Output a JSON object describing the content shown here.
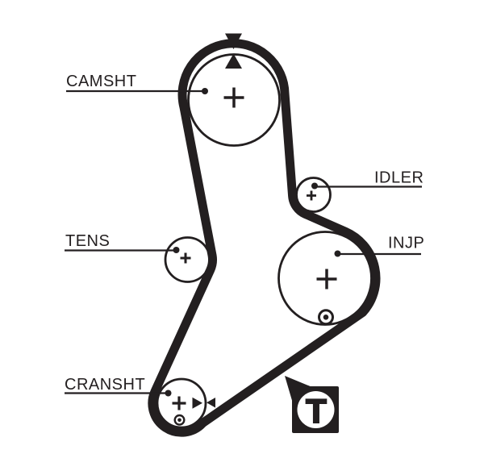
{
  "labels": {
    "camshaft": "CAMSHT",
    "idler": "IDLER",
    "tensioner": "TENS",
    "injection_pump": "INJP",
    "crankshaft": "CRANSHT"
  },
  "logo": {
    "letter": "T"
  },
  "marks": {
    "camshaft_timing_mark": "facing-triangles",
    "crankshaft_timing_mark": "facing-triangles",
    "pulley_center_mark": "+",
    "bolt_mark": "bullseye"
  },
  "colors": {
    "ink": "#231f20",
    "background": "#ffffff"
  }
}
